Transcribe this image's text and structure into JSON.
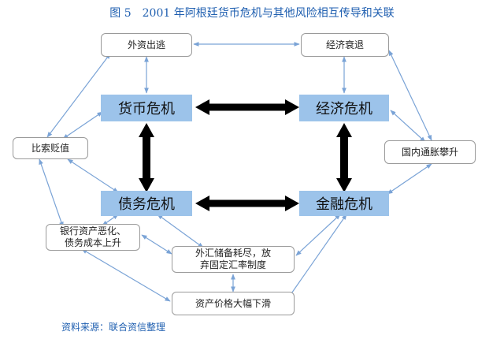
{
  "title": "图 5　2001 年阿根廷货币危机与其他风险相互传导和关联",
  "source": "资料来源：联合资信整理",
  "nodes": {
    "capital_flight": "外资出逃",
    "recession": "经济衰退",
    "currency_crisis": "货币危机",
    "economic_crisis": "经济危机",
    "devaluation": "比索贬值",
    "inflation": "国内通胀攀升",
    "debt_crisis": "债务危机",
    "financial_crisis": "金融危机",
    "bank_assets": "银行资产恶化、\n债务成本上升",
    "reserves": "外汇储备耗尽，放\n弃固定汇率制度",
    "asset_prices": "资产价格大幅下滑"
  }
}
